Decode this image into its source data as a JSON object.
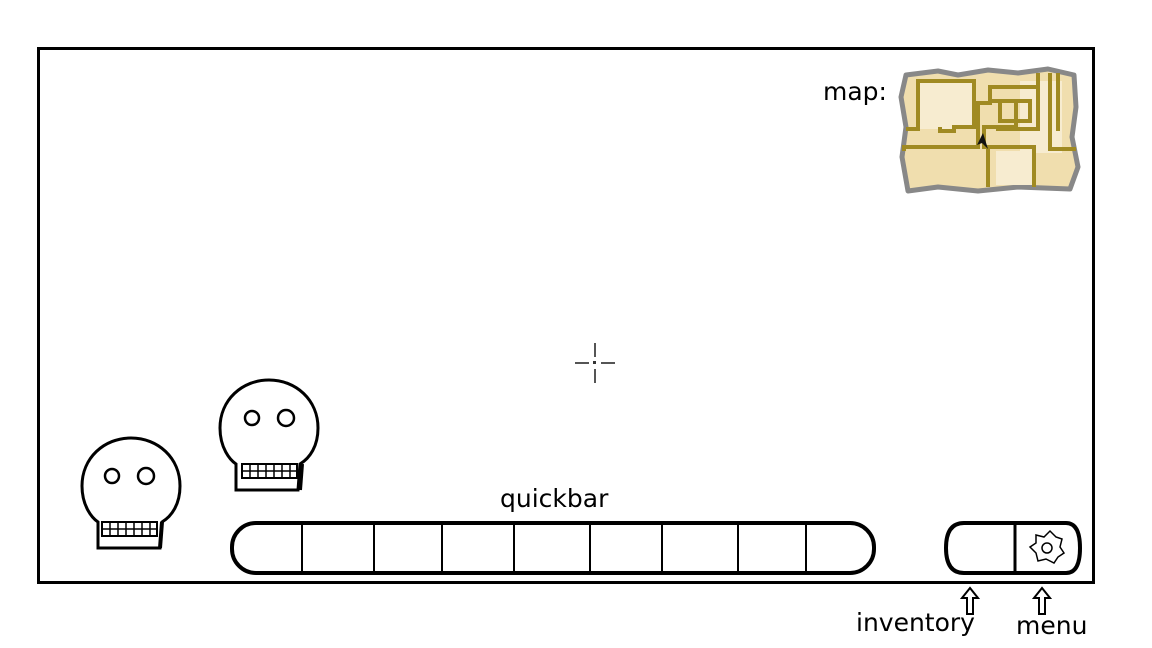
{
  "hud": {
    "map_label": "map:",
    "quickbar_label": "quickbar",
    "inventory_label": "inventory",
    "menu_label": "menu"
  },
  "quickbar": {
    "slot_count": 9
  },
  "icons": {
    "crosshair": "crosshair-icon",
    "minimap": "minimap-icon",
    "player_marker": "player-arrow-icon",
    "enemy": "skull-icon",
    "menu": "gear-icon",
    "pointer": "up-arrow-icon"
  },
  "colors": {
    "map_parchment": "#f0deae",
    "map_light": "#f7ecd0",
    "map_walls": "#a08a22",
    "map_border": "#888888",
    "outline": "#000000"
  }
}
